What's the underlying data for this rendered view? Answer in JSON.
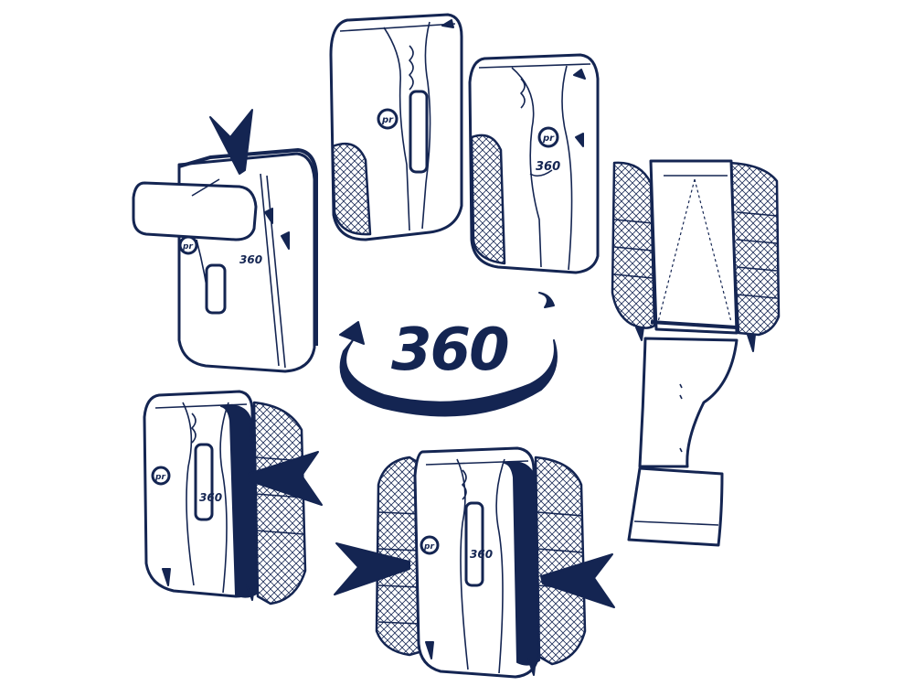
{
  "badge": {
    "text": "360"
  },
  "logo": {
    "text": "360",
    "brand_icon": "pr-logo-icon"
  },
  "colors": {
    "ink": "#142552",
    "paper": "#ffffff",
    "mesh": "#c9ccd6"
  },
  "steps": [
    {
      "view": "top-loading",
      "arrows": [
        "arrow-down"
      ]
    },
    {
      "view": "front-pair",
      "arrows": []
    },
    {
      "view": "fully-opened",
      "arrows": []
    },
    {
      "view": "side-pocket-open",
      "arrows": [
        "arrow-left"
      ]
    },
    {
      "view": "both-sides-mesh",
      "arrows": [
        "arrow-right",
        "arrow-left"
      ]
    }
  ]
}
